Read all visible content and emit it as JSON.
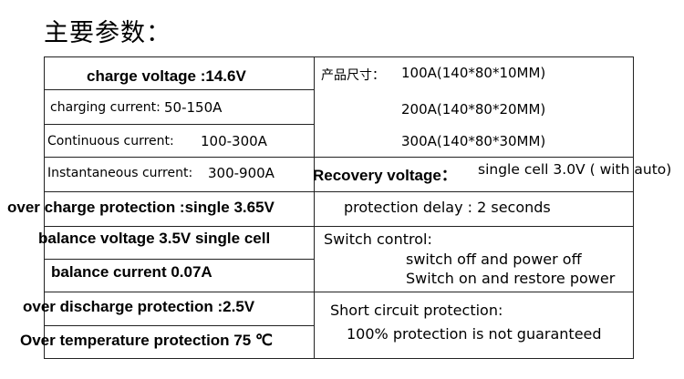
{
  "heading": "主要参数：",
  "left": {
    "charge_voltage": "charge voltage :14.6V",
    "charging_current_label": "charging current:",
    "charging_current_value": "50-150A",
    "continuous_current_label": "Continuous current:",
    "continuous_current_value": "100-300A",
    "instantaneous_current_label": "Instantaneous current:",
    "instantaneous_current_value": "300-900A",
    "overcharge_protection": "over charge protection :single 3.65V",
    "balance_voltage": "balance voltage 3.5V single cell",
    "balance_current": "balance current 0.07A",
    "over_discharge_protection": "over discharge protection :2.5V",
    "over_temperature_protection": "Over temperature protection 75 ℃"
  },
  "right": {
    "product_size_label": "产品尺寸：",
    "size_100a": "100A(140*80*10MM)",
    "size_200a": "200A(140*80*20MM)",
    "size_300a": "300A(140*80*30MM)",
    "recovery_voltage_label": "Recovery voltage：",
    "recovery_voltage_value": "single cell 3.0V ( with auto)",
    "protection_delay": "protection delay : 2 seconds",
    "switch_control_label": "Switch control:",
    "switch_off": "switch off and power off",
    "switch_on": "Switch on and restore power",
    "short_circuit_label": "Short circuit protection:",
    "short_circuit_note": "100% protection is not guaranteed"
  }
}
